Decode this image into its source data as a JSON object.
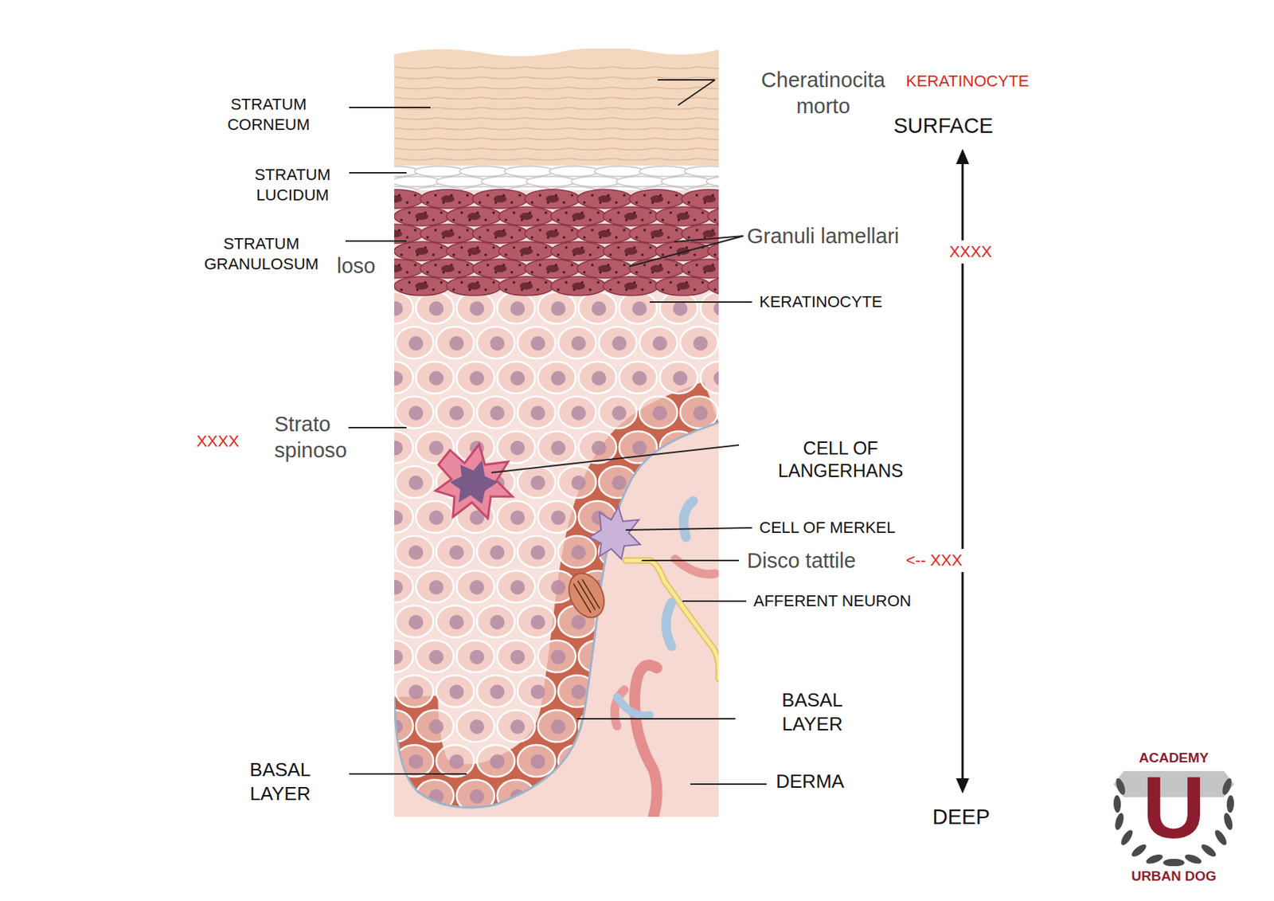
{
  "diagram": {
    "labels": [
      "Cheratinocita morto",
      "KERATINOCYTE",
      "STRATUM CORNEUM",
      "SURFACE",
      "STRATUM LUCIDUM",
      "Granuli lamellari",
      "STRATUM GRANULOSUM",
      "loso",
      "XXXX",
      "KERATINOCYTE",
      "XXXX",
      "Strato spinoso",
      "CELL OF LANGERHANS",
      "CELL OF MERKEL",
      "Disco tattile",
      "<-- XXX",
      "AFFERENT NEURON",
      "BASAL LAYER",
      "BASAL LAYER",
      "DERMA",
      "DEEP",
      "ACADEMY",
      "U",
      "URBAN DOG"
    ]
  }
}
